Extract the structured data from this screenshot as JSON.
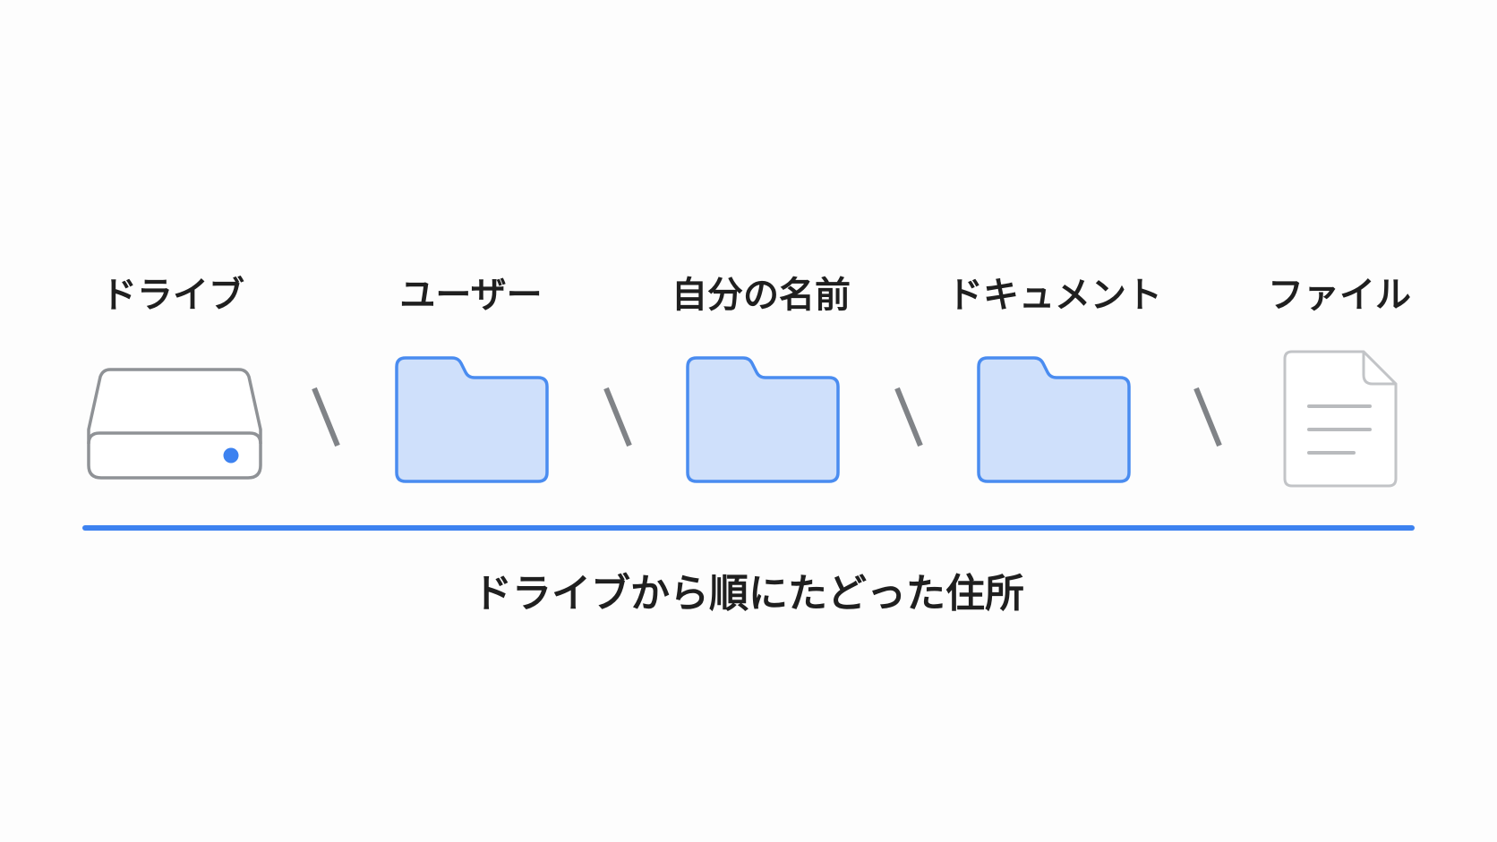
{
  "segments": [
    {
      "label": "ドライブ",
      "icon": "hard-drive-icon"
    },
    {
      "label": "ユーザー",
      "icon": "folder-icon"
    },
    {
      "label": "自分の名前",
      "icon": "folder-icon"
    },
    {
      "label": "ドキュメント",
      "icon": "folder-icon"
    },
    {
      "label": "ファイル",
      "icon": "document-icon"
    }
  ],
  "separator_glyph": "\\",
  "caption": "ドライブから順にたどった住所",
  "colors": {
    "accent": "#3d82f0",
    "folder_fill": "#cfe0fb",
    "folder_stroke": "#4a8cf0",
    "drive_stroke": "#8f9296",
    "drive_led": "#3d82f0",
    "document_stroke": "#c2c4c7",
    "document_lines": "#b9bbbe",
    "separator": "#808387",
    "text": "#1f1f1f"
  }
}
